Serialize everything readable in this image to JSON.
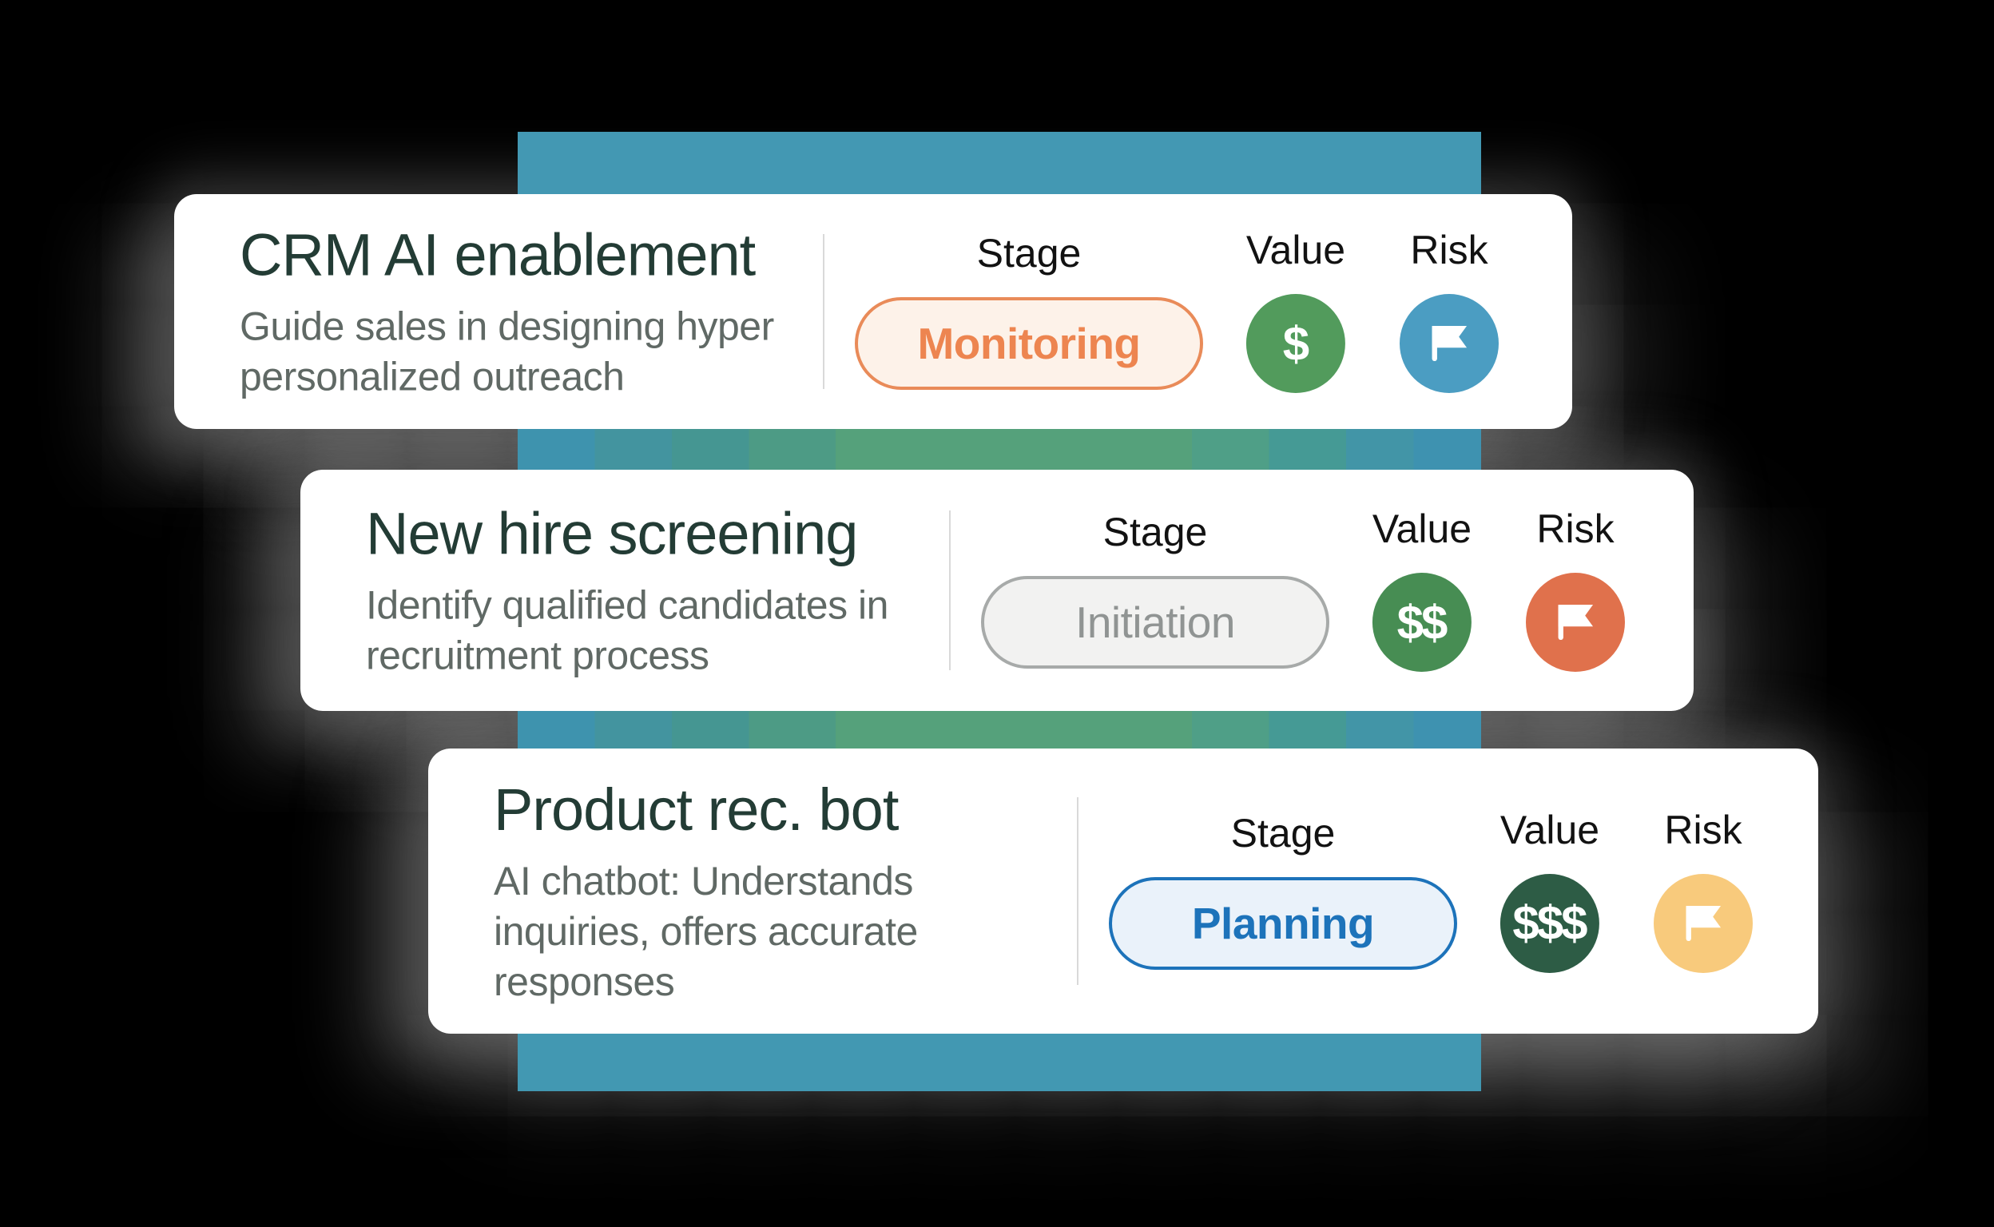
{
  "page": {
    "background": "#000000"
  },
  "accent_band": {
    "solid_color": "#4398b3",
    "stripe_colors": [
      "#3e93ae",
      "#43949f",
      "#459692",
      "#4d9b85",
      "#55a17b",
      "#4f9f87",
      "#459a95",
      "#4295a7",
      "#3e92b0"
    ]
  },
  "column_headers": {
    "stage": "Stage",
    "value": "Value",
    "risk": "Risk"
  },
  "cards": [
    {
      "title": "CRM AI enablement",
      "description": "Guide sales in designing hyper\npersonalized outreach",
      "stage": {
        "label": "Monitoring",
        "text_color": "#ed8550",
        "border_color": "#e98b59",
        "background": "#fdf2e9"
      },
      "value": {
        "amount": "$",
        "background": "#529b5c"
      },
      "risk": {
        "icon": "flag-icon",
        "background": "#4b9dc2"
      }
    },
    {
      "title": "New hire screening",
      "description": "Identify qualified candidates in\nrecruitment process",
      "stage": {
        "label": "Initiation",
        "text_color": "#909493",
        "border_color": "#a7aaa9",
        "background": "#f2f2f1"
      },
      "value": {
        "amount": "$$",
        "background": "#478d53"
      },
      "risk": {
        "icon": "flag-icon",
        "background": "#e0714c"
      }
    },
    {
      "title": "Product rec. bot",
      "description": "AI chatbot: Understands\ninquiries, offers accurate\nresponses",
      "stage": {
        "label": "Planning",
        "text_color": "#1d73ba",
        "border_color": "#1d73ba",
        "background": "#eaf2fa"
      },
      "value": {
        "amount": "$$$",
        "background": "#2d5c45"
      },
      "risk": {
        "icon": "flag-icon",
        "background": "#f8ca7c"
      }
    }
  ]
}
